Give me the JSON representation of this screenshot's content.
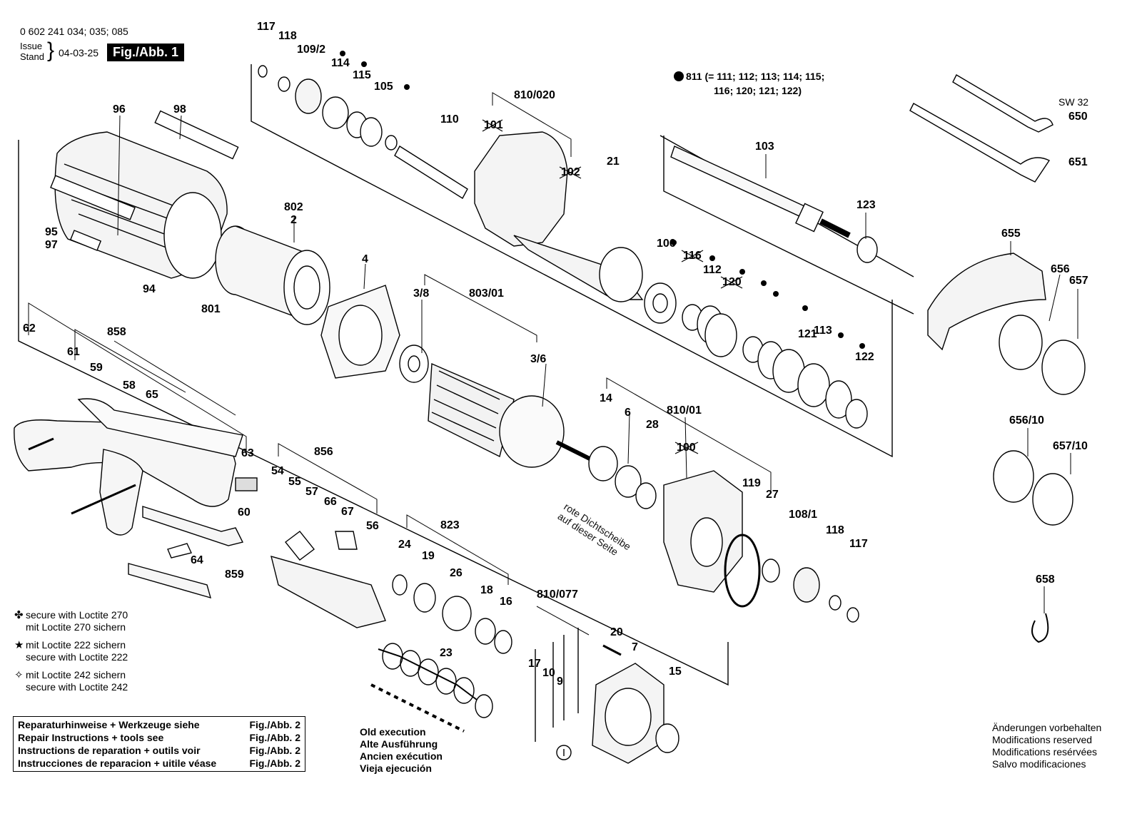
{
  "header": {
    "part_numbers": "0 602 241 034; 035; 085",
    "issue_label_1": "Issue",
    "issue_label_2": "Stand",
    "issue_date": "04-03-25",
    "figure_badge": "Fig./Abb. 1"
  },
  "kit_note": {
    "line1": "811 (= 111; 112; 113; 114; 115;",
    "line2": "116; 120; 121; 122)"
  },
  "part_labels": [
    "117",
    "118",
    "109/2",
    "114",
    "115",
    "105",
    "110",
    "810/020",
    "21",
    "96",
    "98",
    "802",
    "2",
    "95",
    "97",
    "94",
    "801",
    "4",
    "3/8",
    "803/01",
    "3/6",
    "62",
    "61",
    "858",
    "65",
    "63",
    "856",
    "60",
    "64",
    "859",
    "103",
    "123",
    "106",
    "112",
    "14",
    "6",
    "28",
    "810/01",
    "119",
    "27",
    "108/1",
    "118",
    "117",
    "823",
    "23",
    "810/077",
    "20",
    "7",
    "15",
    "650",
    "651",
    "655",
    "656",
    "657",
    "656/10",
    "657/10",
    "658"
  ],
  "struck_labels": [
    "101",
    "102",
    "116",
    "120",
    "121",
    "122",
    "113",
    "100",
    "59",
    "58",
    "54",
    "55",
    "57",
    "66",
    "67",
    "56",
    "24",
    "19",
    "26",
    "18",
    "16",
    "17",
    "10",
    "9"
  ],
  "wrench_label": "SW 32",
  "rotated_note": {
    "line1": "rote Dichtscheibe",
    "line2": "auf dieser Seite"
  },
  "legend": [
    {
      "symbol": "✤",
      "line1": "secure with Loctite 270",
      "line2": "mit Loctite 270 sichern"
    },
    {
      "symbol": "★",
      "line1": "mit Loctite 222 sichern",
      "line2": "secure with Loctite 222"
    },
    {
      "symbol": "✧",
      "line1": "mit Loctite 242 sichern",
      "line2": "secure with Loctite 242"
    }
  ],
  "repair_box": [
    {
      "text": "Reparaturhinweise + Werkzeuge siehe",
      "ref": "Fig./Abb. 2"
    },
    {
      "text": "Repair Instructions + tools see",
      "ref": "Fig./Abb. 2"
    },
    {
      "text": "Instructions de reparation + outils voir",
      "ref": "Fig./Abb. 2"
    },
    {
      "text": "Instrucciones de reparacion + uitile véase",
      "ref": "Fig./Abb. 2"
    }
  ],
  "old_execution": [
    "Old execution",
    "Alte Ausführung",
    "Ancien exécution",
    "Vieja ejecución"
  ],
  "modifications": [
    "Änderungen vorbehalten",
    "Modifications reserved",
    "Modifications resérvées",
    "Salvo modificaciones"
  ]
}
